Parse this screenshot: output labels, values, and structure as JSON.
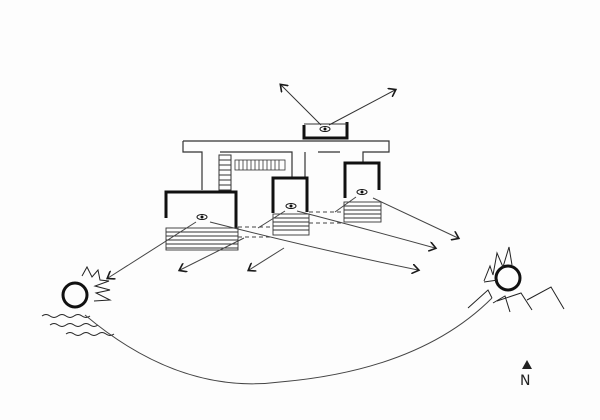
{
  "diagram": {
    "type": "architectural site sketch",
    "elements": {
      "building": {
        "volumes": [
          {
            "name": "top-viewing-box",
            "has_eye": true
          },
          {
            "name": "large-left-block",
            "has_eye": true
          },
          {
            "name": "middle-block",
            "has_eye": true
          },
          {
            "name": "right-block",
            "has_eye": true
          }
        ],
        "connector": "horizontal bridge linking volumes",
        "stairs": [
          "vertical stair",
          "horizontal ramp"
        ]
      },
      "sun_path": {
        "west": "setting sun over water",
        "east": "rising sun over mountains"
      },
      "view_arrows": 8
    },
    "north_arrow": {
      "label": "N"
    }
  },
  "colors": {
    "ink": "#1a1a1a",
    "thin_ink": "#444444",
    "paper": "#fdfdfd"
  }
}
